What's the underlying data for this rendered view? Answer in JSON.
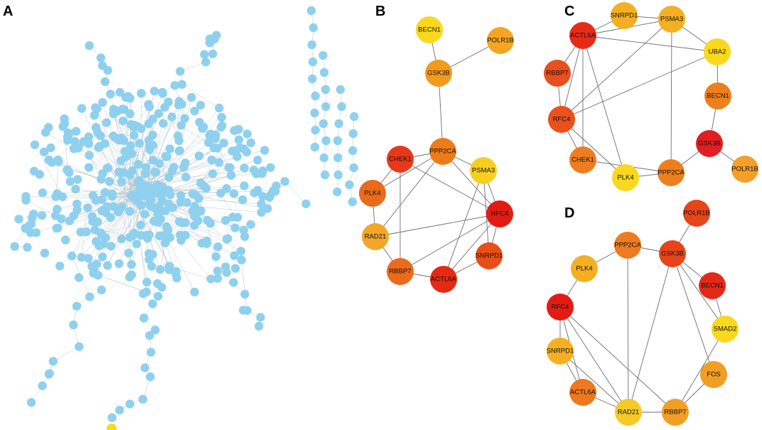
{
  "panels": {
    "A": {
      "label": "A",
      "node_color": "#8fd0ee",
      "highlight_color": "#f5e000"
    },
    "B": {
      "label": "B",
      "nodes": [
        {
          "id": "BECN1",
          "label": "BECN1",
          "color": "#f9d81e"
        },
        {
          "id": "POLR1B",
          "label": "POLR1B",
          "color": "#f4a522"
        },
        {
          "id": "GSK3B",
          "label": "GSK3B",
          "color": "#f29a1c"
        },
        {
          "id": "PPP2CA",
          "label": "PPP2CA",
          "color": "#ee7b1a"
        },
        {
          "id": "CHEK1",
          "label": "CHEK1",
          "color": "#e8381a"
        },
        {
          "id": "PSMA3",
          "label": "PSMA3",
          "color": "#f7cf21"
        },
        {
          "id": "PLK4",
          "label": "PLK4",
          "color": "#ea6a1b"
        },
        {
          "id": "RFC4",
          "label": "RFC4",
          "color": "#e41b12"
        },
        {
          "id": "RAD21",
          "label": "RAD21",
          "color": "#f3a72a"
        },
        {
          "id": "SNRPD1",
          "label": "SNRPD1",
          "color": "#e84e17"
        },
        {
          "id": "RBBP7",
          "label": "RBBP7",
          "color": "#ec6a1e"
        },
        {
          "id": "ACTL6A",
          "label": "ACTL6A",
          "color": "#e42a15"
        }
      ],
      "edges": [
        [
          "BECN1",
          "GSK3B"
        ],
        [
          "POLR1B",
          "GSK3B"
        ],
        [
          "GSK3B",
          "PPP2CA"
        ],
        [
          "PPP2CA",
          "CHEK1"
        ],
        [
          "PPP2CA",
          "PSMA3"
        ],
        [
          "PPP2CA",
          "PLK4"
        ],
        [
          "PPP2CA",
          "RAD21"
        ],
        [
          "PPP2CA",
          "RFC4"
        ],
        [
          "CHEK1",
          "PLK4"
        ],
        [
          "CHEK1",
          "RFC4"
        ],
        [
          "CHEK1",
          "RBBP7"
        ],
        [
          "PSMA3",
          "RFC4"
        ],
        [
          "PSMA3",
          "ACTL6A"
        ],
        [
          "PSMA3",
          "SNRPD1"
        ],
        [
          "PLK4",
          "RAD21"
        ],
        [
          "RAD21",
          "RFC4"
        ],
        [
          "RAD21",
          "RBBP7"
        ],
        [
          "RFC4",
          "SNRPD1"
        ],
        [
          "RFC4",
          "ACTL6A"
        ],
        [
          "RFC4",
          "RBBP7"
        ],
        [
          "SNRPD1",
          "ACTL6A"
        ],
        [
          "RBBP7",
          "ACTL6A"
        ]
      ]
    },
    "C": {
      "label": "C",
      "nodes": [
        {
          "id": "SNRPD1",
          "label": "SNRPD1",
          "color": "#f4b022"
        },
        {
          "id": "PSMA3",
          "label": "PSMA3",
          "color": "#f4b022"
        },
        {
          "id": "ACTL6A",
          "label": "ACTL6A",
          "color": "#e82b17"
        },
        {
          "id": "UBA2",
          "label": "UBA2",
          "color": "#f9d81e"
        },
        {
          "id": "RBBP7",
          "label": "RBBP7",
          "color": "#e94e1d"
        },
        {
          "id": "BECN1",
          "label": "BECN1",
          "color": "#ee7f1d"
        },
        {
          "id": "RFC4",
          "label": "RFC4",
          "color": "#ea511c"
        },
        {
          "id": "GSK3B",
          "label": "GSK3B",
          "color": "#e11f23"
        },
        {
          "id": "CHEK1",
          "label": "CHEK1",
          "color": "#ef7d20"
        },
        {
          "id": "POLR1B",
          "label": "POLR1B",
          "color": "#f49f27"
        },
        {
          "id": "PLK4",
          "label": "PLK4",
          "color": "#f9d81e"
        },
        {
          "id": "PPP2CA",
          "label": "PPP2CA",
          "color": "#ee7f1d"
        }
      ],
      "edges": [
        [
          "SNRPD1",
          "PSMA3"
        ],
        [
          "SNRPD1",
          "ACTL6A"
        ],
        [
          "PSMA3",
          "ACTL6A"
        ],
        [
          "PSMA3",
          "UBA2"
        ],
        [
          "PSMA3",
          "RFC4"
        ],
        [
          "PSMA3",
          "PPP2CA"
        ],
        [
          "ACTL6A",
          "UBA2"
        ],
        [
          "ACTL6A",
          "RBBP7"
        ],
        [
          "ACTL6A",
          "RFC4"
        ],
        [
          "ACTL6A",
          "CHEK1"
        ],
        [
          "ACTL6A",
          "PLK4"
        ],
        [
          "UBA2",
          "BECN1"
        ],
        [
          "UBA2",
          "RFC4"
        ],
        [
          "RBBP7",
          "RFC4"
        ],
        [
          "BECN1",
          "GSK3B"
        ],
        [
          "RFC4",
          "CHEK1"
        ],
        [
          "RFC4",
          "PLK4"
        ],
        [
          "GSK3B",
          "POLR1B"
        ],
        [
          "GSK3B",
          "PPP2CA"
        ],
        [
          "CHEK1",
          "PPP2CA"
        ],
        [
          "PLK4",
          "PPP2CA"
        ]
      ]
    },
    "D": {
      "label": "D",
      "nodes": [
        {
          "id": "POLR1B",
          "label": "POLR1B",
          "color": "#e8441c"
        },
        {
          "id": "PPP2CA",
          "label": "PPP2CA",
          "color": "#ee7b1e"
        },
        {
          "id": "GSK3B",
          "label": "GSK3B",
          "color": "#e8441c"
        },
        {
          "id": "PLK4",
          "label": "PLK4",
          "color": "#f4b022"
        },
        {
          "id": "BECN1",
          "label": "BECN1",
          "color": "#e32a1a"
        },
        {
          "id": "RFC4",
          "label": "RFC4",
          "color": "#e41b14"
        },
        {
          "id": "SMAD2",
          "label": "SMAD2",
          "color": "#f9d81e"
        },
        {
          "id": "SNRPD1",
          "label": "SNRPD1",
          "color": "#f4b022"
        },
        {
          "id": "FOS",
          "label": "FOS",
          "color": "#f19e25"
        },
        {
          "id": "ACTL6A",
          "label": "ACTL6A",
          "color": "#ee781d"
        },
        {
          "id": "RAD21",
          "label": "RAD21",
          "color": "#f6c928"
        },
        {
          "id": "RBBP7",
          "label": "RBBP7",
          "color": "#f19e25"
        }
      ],
      "edges": [
        [
          "POLR1B",
          "GSK3B"
        ],
        [
          "PPP2CA",
          "GSK3B"
        ],
        [
          "PPP2CA",
          "PLK4"
        ],
        [
          "PPP2CA",
          "RAD21"
        ],
        [
          "GSK3B",
          "BECN1"
        ],
        [
          "GSK3B",
          "SMAD2"
        ],
        [
          "GSK3B",
          "FOS"
        ],
        [
          "GSK3B",
          "RAD21"
        ],
        [
          "BECN1",
          "SMAD2"
        ],
        [
          "PLK4",
          "RFC4"
        ],
        [
          "RFC4",
          "SNRPD1"
        ],
        [
          "RFC4",
          "ACTL6A"
        ],
        [
          "RFC4",
          "RAD21"
        ],
        [
          "RFC4",
          "RBBP7"
        ],
        [
          "SMAD2",
          "RBBP7"
        ],
        [
          "SNRPD1",
          "ACTL6A"
        ],
        [
          "SNRPD1",
          "RAD21"
        ],
        [
          "ACTL6A",
          "RAD21"
        ],
        [
          "RAD21",
          "RBBP7"
        ],
        [
          "FOS",
          "RBBP7"
        ]
      ]
    }
  }
}
